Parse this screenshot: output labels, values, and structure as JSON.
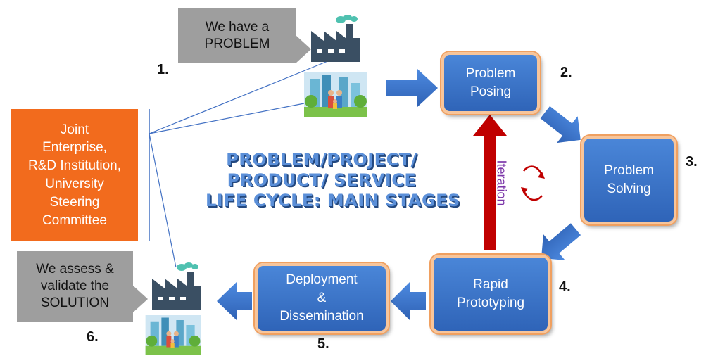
{
  "callouts": {
    "problem": "We have a\nPROBLEM",
    "solution": "We assess &\nvalidate the\nSOLUTION"
  },
  "steering_committee": "Joint\nEnterprise,\nR&D Institution,\nUniversity\nSteering\nCommittee",
  "title": {
    "line1": "PROBLEM/PROJECT/",
    "line2": "PRODUCT/ SERVICE",
    "line3": "LIFE CYCLE: MAIN STAGES"
  },
  "stages": [
    {
      "number": "2.",
      "label": "Problem\nPosing"
    },
    {
      "number": "3.",
      "label": "Problem\nSolving"
    },
    {
      "number": "4.",
      "label": "Rapid\nPrototyping"
    },
    {
      "number": "5.",
      "label": "Deployment\n&\nDissemination"
    }
  ],
  "step_numbers": {
    "problem": "1.",
    "solution": "6."
  },
  "iteration_label": "Iteration",
  "icons": [
    "factory-icon",
    "city-family-icon",
    "cycle-arrows-icon"
  ],
  "colors": {
    "stage_fill": "#3a74cc",
    "stage_border": "#f0a060",
    "steering_fill": "#f26b1d",
    "callout_fill": "#9e9e9e",
    "flow_arrow": "#3f78d0",
    "iteration_arrow": "#c00000",
    "iteration_text": "#7b35a8",
    "factory": "#3a4f63",
    "chimney_smoke": "#4fc1b0"
  }
}
